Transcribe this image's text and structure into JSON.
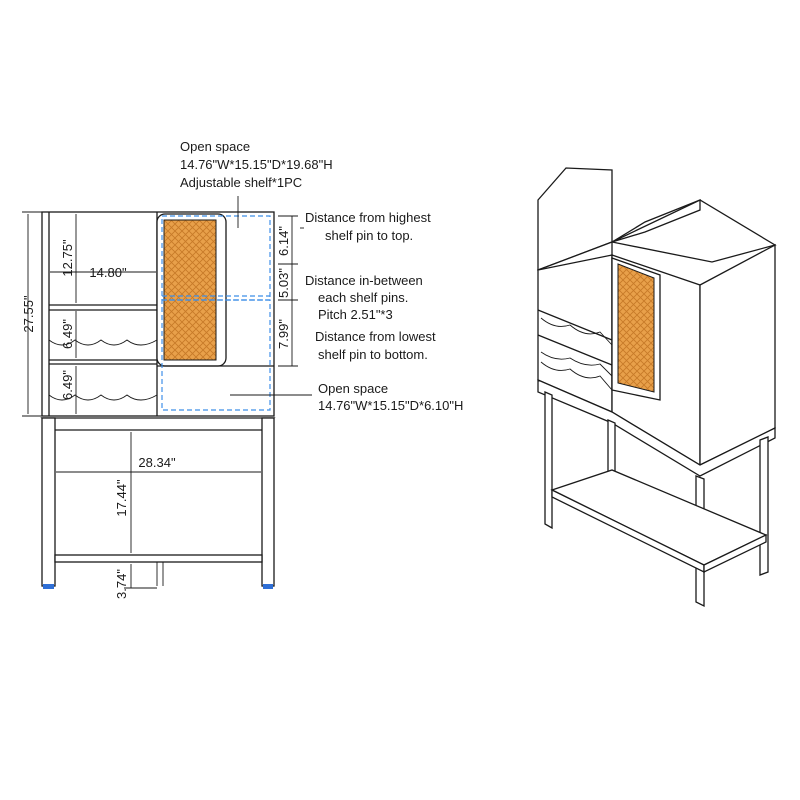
{
  "callouts": {
    "open_space_top_title": "Open space",
    "open_space_top_dims": "14.76\"W*15.15\"D*19.68\"H",
    "adjustable_shelf": "Adjustable shelf*1PC",
    "highest_pin_line1": "Distance from highest",
    "highest_pin_line2": "shelf pin to top.",
    "between_pins_line1": "Distance in-between",
    "between_pins_line2": "each shelf pins.",
    "between_pins_line3": "Pitch 2.51\"*3",
    "lowest_pin_line1": "Distance from lowest",
    "lowest_pin_line2": "shelf pin to bottom.",
    "open_space_bottom_title": "Open space",
    "open_space_bottom_dims": "14.76\"W*15.15\"D*6.10\"H"
  },
  "dimensions": {
    "overall_height": "27.55\"",
    "upper_compartment_height": "12.75\"",
    "upper_compartment_width": "14.80\"",
    "wine_rack_height_1": "6.49\"",
    "wine_rack_height_2": "6.49\"",
    "top_pin_offset": "6.14\"",
    "pin_pitch": "5.03\"",
    "bottom_pin_offset": "7.99\"",
    "stand_width": "28.34\"",
    "stand_height": "17.44\"",
    "floor_clearance": "3.74\""
  },
  "colors": {
    "line": "#1a1a1a",
    "open_space_outline": "#3f8fe8",
    "rattan_fill": "#e8a04a",
    "rattan_weave": "#c77a28",
    "foot_cap": "#2f6fd6"
  }
}
